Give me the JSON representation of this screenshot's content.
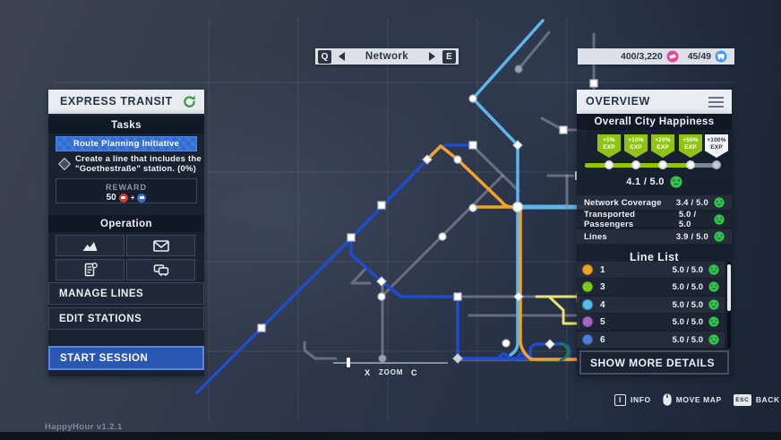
{
  "app": {
    "version": "HappyHour v1.2.1"
  },
  "top_bar": {
    "nav": {
      "key_prev": "Q",
      "key_next": "E",
      "label": "Network"
    },
    "resources": {
      "money": "400/3,220",
      "vehicles": "45/49"
    }
  },
  "left_panel": {
    "title": "EXPRESS TRANSIT",
    "tasks_header": "Tasks",
    "task_banner": "Route Planning Initiative",
    "task_text_line1": "Create a line that includes the",
    "task_text_line2": "\"Goethestraße\" station. (0%)",
    "reward": {
      "label": "REWARD",
      "amount": "50",
      "plus": "+"
    },
    "operation_header": "Operation",
    "manage_lines": "MANAGE LINES",
    "edit_stations": "EDIT STATIONS",
    "start_session": "START SESSION"
  },
  "overview_panel": {
    "title": "OVERVIEW",
    "happiness_header": "Overall City Happiness",
    "milestones": [
      {
        "pct": "+5%",
        "unit": "EXP"
      },
      {
        "pct": "+10%",
        "unit": "EXP"
      },
      {
        "pct": "+20%",
        "unit": "EXP"
      },
      {
        "pct": "+50%",
        "unit": "EXP"
      },
      {
        "pct": "+100%",
        "unit": "EXP"
      }
    ],
    "happiness_score": "4.1 / 5.0",
    "stats": [
      {
        "label": "Network Coverage",
        "value": "3.4 / 5.0"
      },
      {
        "label": "Transported Passengers",
        "value": "5.0 / 5.0"
      },
      {
        "label": "Lines",
        "value": "3.9 / 5.0"
      }
    ],
    "line_list_header": "Line List",
    "lines": [
      {
        "number": "1",
        "color": "#f2a230",
        "score": "5.0 / 5.0"
      },
      {
        "number": "3",
        "color": "#7ccb1e",
        "score": "5.0 / 5.0"
      },
      {
        "number": "4",
        "color": "#59bdee",
        "score": "5.0 / 5.0"
      },
      {
        "number": "5",
        "color": "#a566c4",
        "score": "5.0 / 5.0"
      },
      {
        "number": "6",
        "color": "#4b7ede",
        "score": "5.0 / 5.0"
      }
    ],
    "show_more": "SHOW MORE DETAILS"
  },
  "zoom_bar": {
    "key_out": "X",
    "label": "ZOOM",
    "key_in": "C"
  },
  "hints": {
    "info_key": "I",
    "info": "INFO",
    "move_map": "MOVE MAP",
    "back_key": "ESC",
    "back": "BACK"
  },
  "colors": {
    "accent_blue": "#2a57b3",
    "happiness_green": "#8fc412",
    "map_blue": "#1f4ccc",
    "map_orange": "#f4a229",
    "map_cyan": "#5cb7e8",
    "map_yellow": "#e8e472"
  }
}
